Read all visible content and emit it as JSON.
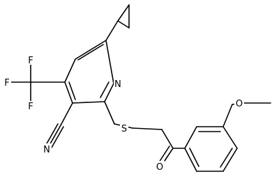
{
  "molecule": {
    "atoms": {
      "F1": "F",
      "F2": "F",
      "F3": "F",
      "N_ring": "N",
      "N_nitrile": "N",
      "S": "S",
      "O_carbonyl": "O",
      "O_methoxy": "O"
    }
  }
}
